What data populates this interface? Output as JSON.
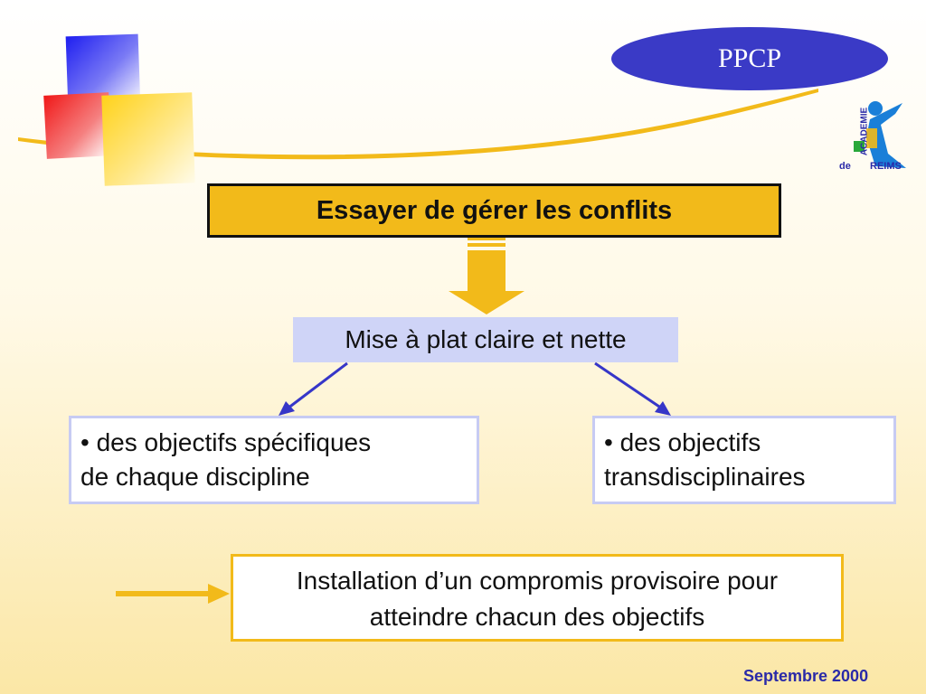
{
  "header": {
    "badge": "PPCP",
    "logo": {
      "academie": "ACADEMIE",
      "de": "de",
      "reims": "REIMS"
    }
  },
  "diagram": {
    "title": "Essayer de gérer les conflits",
    "middle": "Mise à plat claire et nette",
    "left_item": {
      "line1": "• des objectifs spécifiques",
      "line2": "de chaque discipline"
    },
    "right_item": {
      "line1": "• des objectifs",
      "line2": "transdisciplinaires"
    },
    "result": {
      "line1": "Installation d’un compromis provisoire pour",
      "line2": "atteindre chacun des objectifs"
    }
  },
  "footer": {
    "date": "Septembre 2000"
  },
  "colors": {
    "gold": "#f2ba1a",
    "blue": "#3a3ac6",
    "lavender": "#cfd4f7",
    "arrow_blue": "#3636c8"
  }
}
